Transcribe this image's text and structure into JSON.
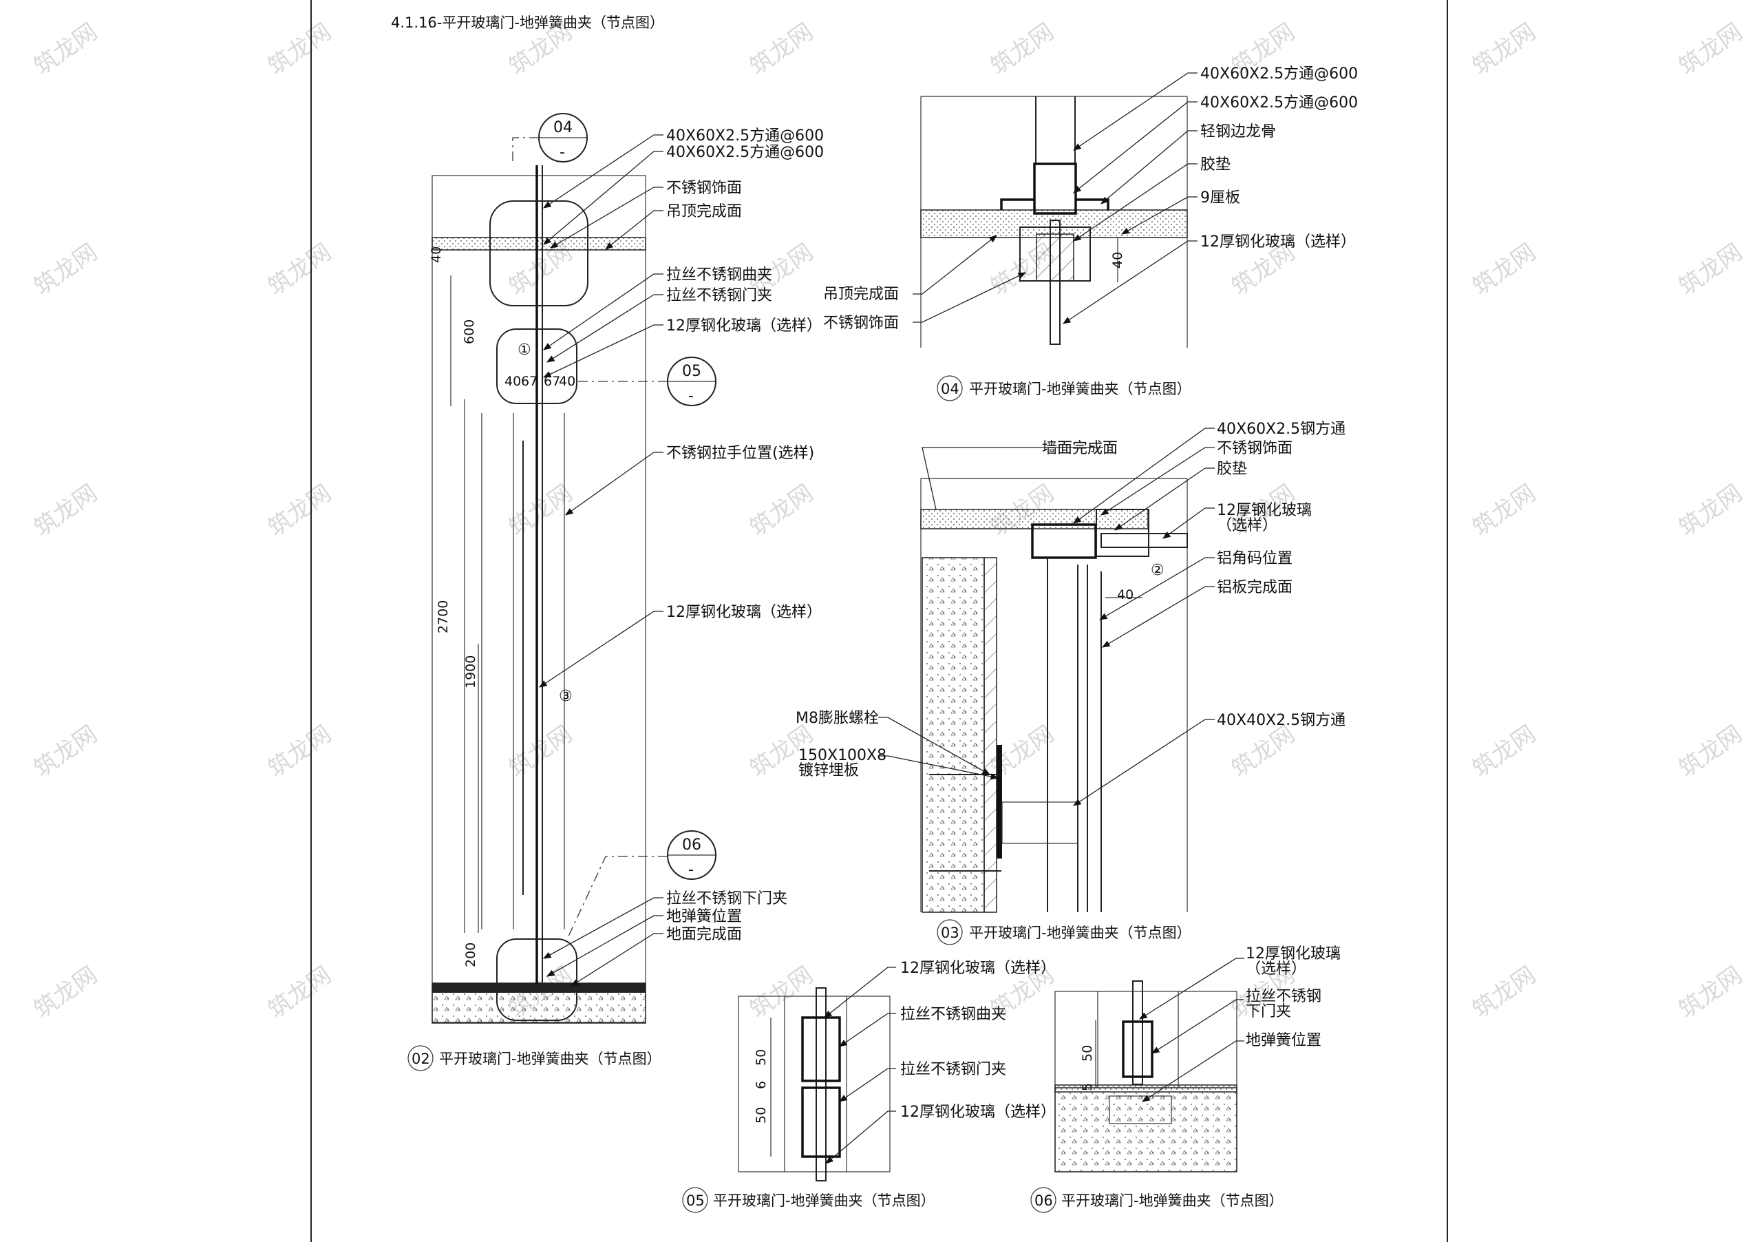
{
  "sheet": {
    "title": "4.1.16-平开玻璃门-地弹簧曲夹（节点图）",
    "watermark": "筑龙网"
  },
  "details": {
    "d02": {
      "bubble": "02",
      "title": "平开玻璃门-地弹簧曲夹（节点图）",
      "labels": [
        "40X60X2.5方通@600",
        "40X60X2.5方通@600",
        "不锈钢饰面",
        "吊顶完成面",
        "拉丝不锈钢曲夹",
        "拉丝不锈钢门夹",
        "12厚钢化玻璃（选样）",
        "不锈钢拉手位置(选样)",
        "12厚钢化玻璃（选样）",
        "拉丝不锈钢下门夹",
        "地弹簧位置",
        "地面完成面"
      ],
      "dims": [
        "40",
        "600",
        "2700",
        "1900",
        "200",
        "40",
        "67",
        "67",
        "40"
      ],
      "marks": [
        "①",
        "③"
      ],
      "callouts": [
        {
          "num": "04",
          "sub": "-"
        },
        {
          "num": "05",
          "sub": "-"
        },
        {
          "num": "06",
          "sub": "-"
        }
      ]
    },
    "d04": {
      "bubble": "04",
      "title": "平开玻璃门-地弹簧曲夹（节点图）",
      "labels_right": [
        "40X60X2.5方通@600",
        "40X60X2.5方通@600",
        "轻钢边龙骨",
        "胶垫",
        "9厘板",
        "12厚钢化玻璃（选样）"
      ],
      "labels_left": [
        "吊顶完成面",
        "不锈钢饰面"
      ],
      "dim": "40"
    },
    "d03": {
      "bubble": "03",
      "title": "平开玻璃门-地弹簧曲夹（节点图）",
      "labels_right": [
        "40X60X2.5钢方通",
        "不锈钢饰面",
        "胶垫",
        "12厚钢化玻璃\n（选样）",
        "铝角码位置",
        "铝板完成面",
        "40X40X2.5钢方通"
      ],
      "label_top": "墙面完成面",
      "labels_left": [
        "M8膨胀螺栓",
        "150X100X8\n镀锌埋板"
      ],
      "dim": "40",
      "mark": "②"
    },
    "d05": {
      "bubble": "05",
      "title": "平开玻璃门-地弹簧曲夹（节点图）",
      "labels": [
        "12厚钢化玻璃（选样）",
        "拉丝不锈钢曲夹",
        "拉丝不锈钢门夹",
        "12厚钢化玻璃（选样）"
      ],
      "dims": [
        "50",
        "6",
        "50"
      ]
    },
    "d06": {
      "bubble": "06",
      "title": "平开玻璃门-地弹簧曲夹（节点图）",
      "labels": [
        "12厚钢化玻璃\n（选样）",
        "拉丝不锈钢\n下门夹",
        "地弹簧位置"
      ],
      "dims": [
        "50",
        "5"
      ]
    }
  }
}
